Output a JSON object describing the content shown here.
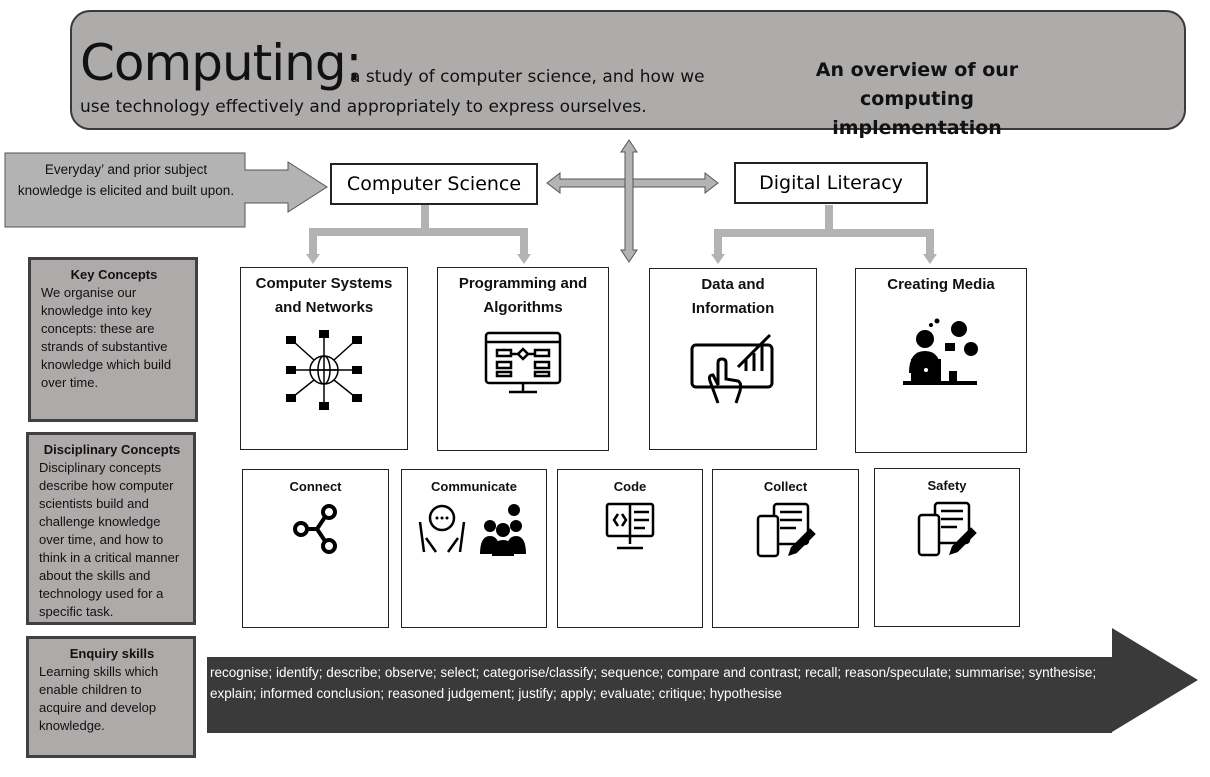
{
  "header": {
    "title": "Computing:",
    "subtitle": "a study of computer science, and how we use technology effectively and appropriately to express ourselves.",
    "overview": "An overview of our computing implementation"
  },
  "strands": {
    "computer_science": "Computer Science",
    "digital_literacy": "Digital Literacy"
  },
  "prior_knowledge": "Everyday’ and prior subject knowledge is elicited and built upon.",
  "panels": [
    {
      "title": "Key Concepts",
      "body": "We organise our knowledge into key concepts: these are strands of substantive knowledge which build over time."
    },
    {
      "title": "Disciplinary Concepts",
      "body": "Disciplinary concepts describe how computer scientists build and challenge knowledge over time, and how to think in a critical manner about the skills and technology used for a specific task."
    },
    {
      "title": "Enquiry skills",
      "body": "Learning skills which enable children to acquire and develop knowledge."
    }
  ],
  "key_concepts": [
    {
      "label": "Computer Systems and Networks",
      "icon": "network-globe-icon"
    },
    {
      "label": "Programming and Algorithms",
      "icon": "flowchart-monitor-icon"
    },
    {
      "label": "Data and Information",
      "icon": "tablet-chart-icon"
    },
    {
      "label": "Creating Media",
      "icon": "person-laptop-icon"
    }
  ],
  "disciplinary_concepts": [
    {
      "label": "Connect",
      "icon": "share-nodes-icon"
    },
    {
      "label": "Communicate",
      "icon": "people-chat-icon"
    },
    {
      "label": "Code",
      "icon": "code-monitor-icon"
    },
    {
      "label": "Collect",
      "icon": "phone-document-icon"
    },
    {
      "label": "Safety",
      "icon": "phone-document-icon"
    }
  ],
  "enquiry_skills": "recognise; identify; describe; observe; select; categorise/classify; sequence; compare and contrast; recall; reason/speculate; summarise; synthesise; explain; informed conclusion; reasoned judgement; justify; apply; evaluate; critique; hypothesise",
  "colors": {
    "panel_gray": "#aeaaaa",
    "arrow_dark": "#3a3a3a",
    "connector_gray": "#b3b3b3"
  }
}
